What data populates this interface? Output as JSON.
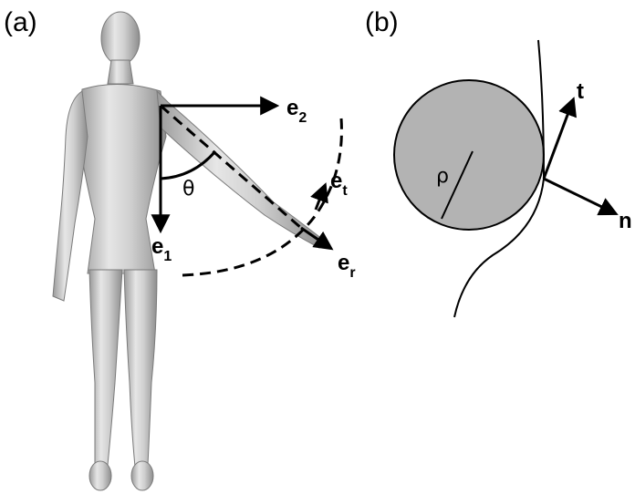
{
  "panel_a": {
    "label": "(a)",
    "e2_main": "e",
    "e2_sub": "2",
    "e1_main": "e",
    "e1_sub": "1",
    "et_main": "e",
    "et_sub": "t",
    "er_main": "e",
    "er_sub": "r",
    "theta": "θ"
  },
  "panel_b": {
    "label": "(b)",
    "t": "t",
    "n": "n",
    "rho": "ρ"
  },
  "colors": {
    "ink": "#000000",
    "body_gray": "#c9c9c9",
    "circle_fill": "#b3b3b3"
  }
}
